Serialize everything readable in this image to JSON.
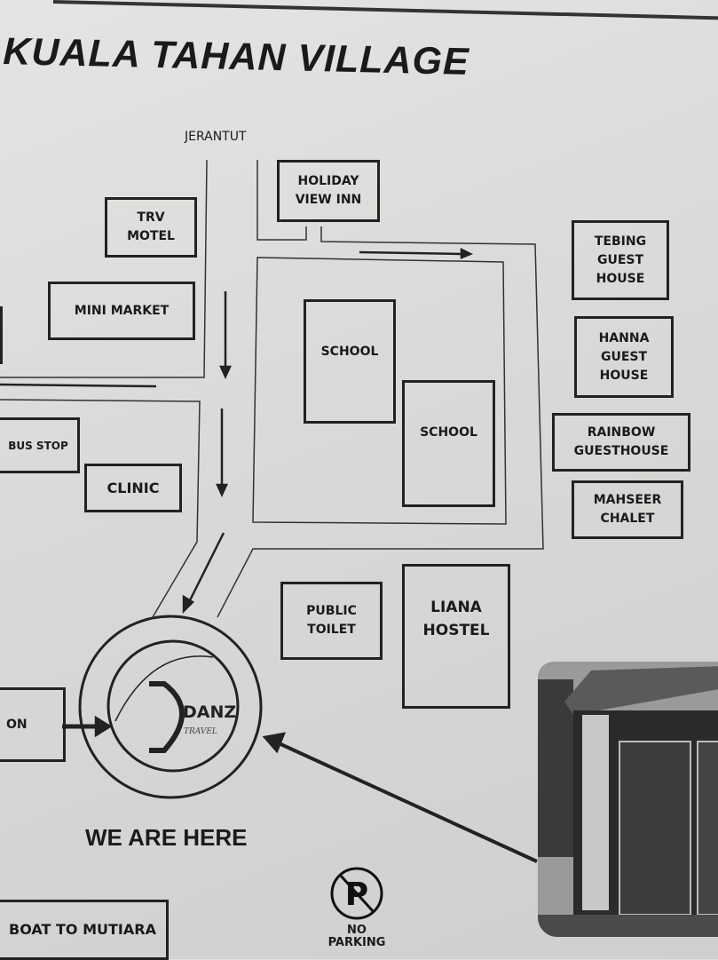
{
  "title": "KUALA TAHAN VILLAGE",
  "road_label": "JERANTUT",
  "places": {
    "holiday_view_inn": "HOLIDAY\nVIEW INN",
    "trv_motel": "TRV\nMOTEL",
    "mini_market": "MINI MARKET",
    "school_1": "SCHOOL",
    "school_2": "SCHOOL",
    "tebing": "TEBING\nGUEST\nHOUSE",
    "hanna": "HANNA\nGUEST\nHOUSE",
    "rainbow": "RAINBOW\nGUESTHOUSE",
    "mahseer": "MAHSEER\nCHALET",
    "bus_stop": "BUS STOP",
    "clinic": "CLINIC",
    "public_toilet": "PUBLIC\nTOILET",
    "liana": "LIANA\nHOSTEL",
    "left_box": "ON",
    "boat": "BOAT TO MUTIARA"
  },
  "logo": {
    "name": "DANZ",
    "sub": "TRAVEL"
  },
  "we_are_here": "WE ARE HERE",
  "no_parking": "NO\nPARKING"
}
